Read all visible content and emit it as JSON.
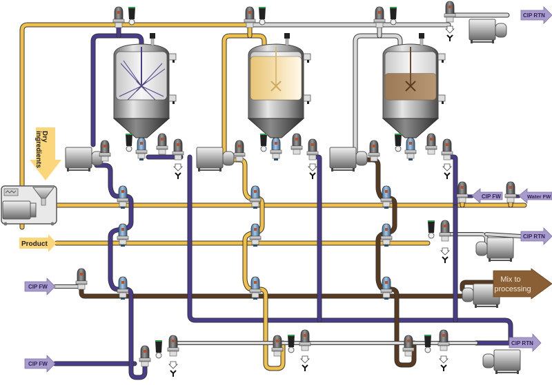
{
  "colors": {
    "product": "#f0c04a",
    "cip": "#4a3c8c",
    "water": "#d8d8d8",
    "mix": "#5a3a1e",
    "arrow_cip": "#a99ccc",
    "arrow_product": "#fbd67a",
    "arrow_mix": "#8a5f35"
  },
  "labels": {
    "dry_ingredients": "Dry ingredients",
    "dry_line1": "Dry",
    "dry_line2": "ingredients",
    "product": "Product",
    "cip_fw_left_1": "CIP FW",
    "cip_fw_left_2": "CIP FW",
    "cip_fw_right": "CIP FW",
    "water_fw": "Water FW",
    "cip_rtn_top": "CIP RTN",
    "cip_rtn_mid": "CIP RTN",
    "cip_rtn_bottom": "CIP RTN",
    "mix_line1": "Mix to",
    "mix_line2": "processing"
  },
  "tanks": [
    {
      "name": "tank-1",
      "state": "cleaning",
      "fill_level": 0
    },
    {
      "name": "tank-2",
      "state": "product-filled",
      "fill_level": 0.9
    },
    {
      "name": "tank-3",
      "state": "mix-filled",
      "fill_level": 0.55
    }
  ]
}
